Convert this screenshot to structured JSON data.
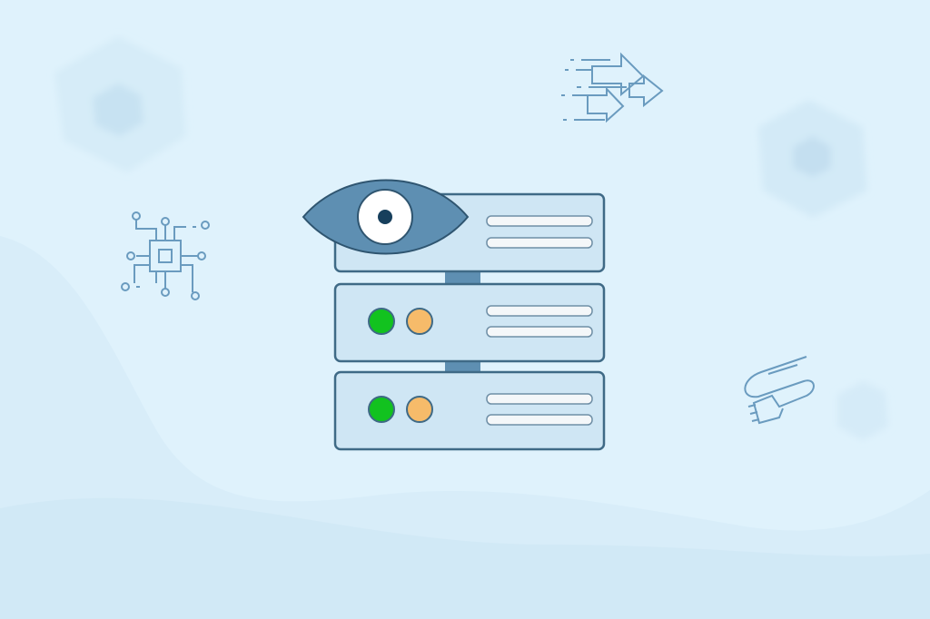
{
  "colors": {
    "background": "#dff2fc",
    "outline": "#3f6a86",
    "eye_fill": "#5e8fb2",
    "server_fill": "#cfe6f4",
    "connector": "#5e8fb2",
    "status_green": "#12c21f",
    "status_orange": "#f6bb6a",
    "slot_fill": "#f4f7f9",
    "line_icon": "#6a9bbf"
  },
  "illustration": {
    "main": "server-stack-with-eye",
    "server_units": [
      {
        "has_eye": true,
        "status_lights": []
      },
      {
        "has_eye": false,
        "status_lights": [
          "green",
          "orange"
        ]
      },
      {
        "has_eye": false,
        "status_lights": [
          "green",
          "orange"
        ]
      }
    ],
    "decorations": [
      "circuit-chip-icon",
      "arrows-icon",
      "network-cable-icon",
      "hexagon-shapes",
      "wave-shapes"
    ]
  }
}
